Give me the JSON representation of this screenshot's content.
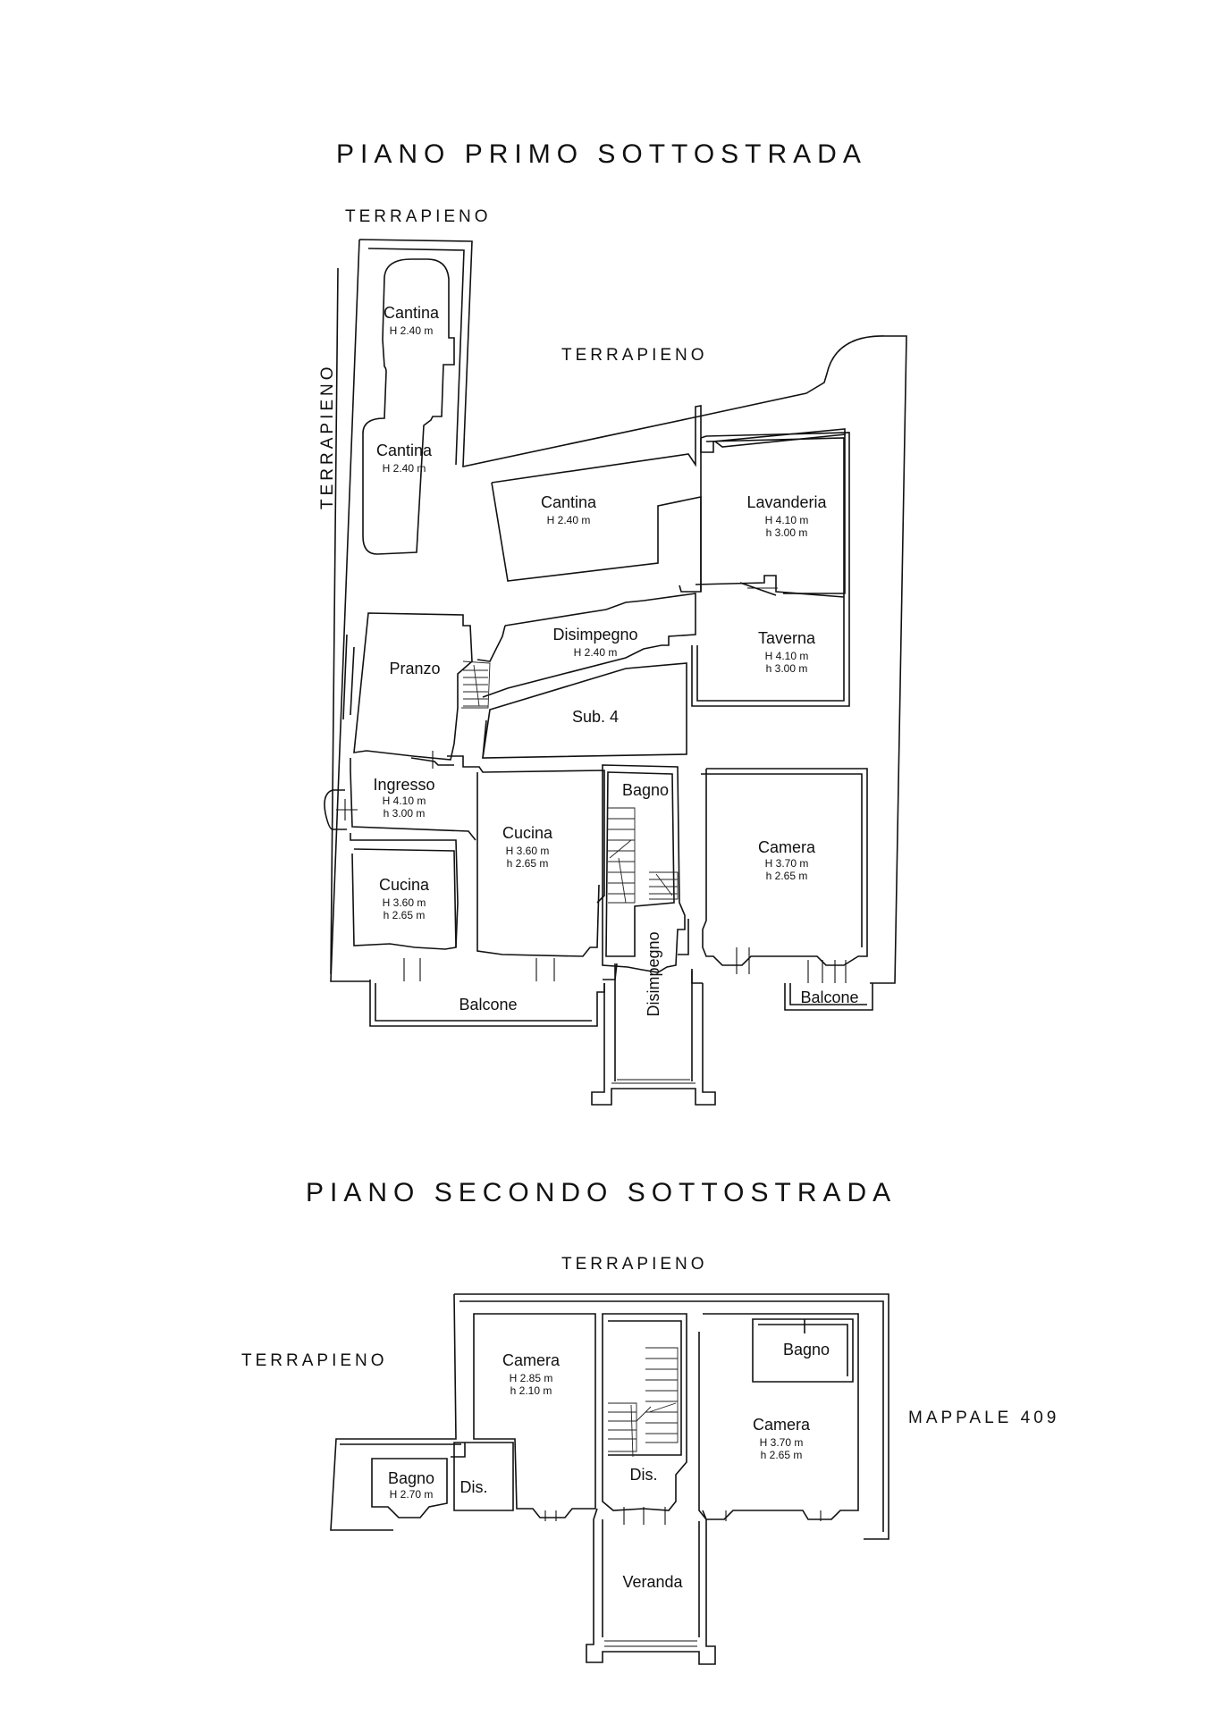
{
  "floors": [
    {
      "title": "PIANO PRIMO SOTTOSTRADA"
    },
    {
      "title": "PIANO SECONDO SOTTOSTRADA"
    }
  ],
  "labels": {
    "terrapieno": "TERRAPIENO",
    "mappale": "MAPPALE 409"
  },
  "rooms_upper": [
    {
      "name": "Cantina",
      "h1": "H 2.40 m"
    },
    {
      "name": "Cantina",
      "h1": "H 2.40 m"
    },
    {
      "name": "Cantina",
      "h1": "H 2.40 m"
    },
    {
      "name": "Lavanderia",
      "h1": "H 4.10 m",
      "h2": "h 3.00 m"
    },
    {
      "name": "Disimpegno",
      "h1": "H 2.40 m"
    },
    {
      "name": "Taverna",
      "h1": "H 4.10 m",
      "h2": "h 3.00 m"
    },
    {
      "name": "Pranzo"
    },
    {
      "name": "Sub. 4"
    },
    {
      "name": "Ingresso",
      "h1": "H 4.10 m",
      "h2": "h 3.00 m"
    },
    {
      "name": "Bagno"
    },
    {
      "name": "Cucina",
      "h1": "H 3.60 m",
      "h2": "h 2.65 m"
    },
    {
      "name": "Camera",
      "h1": "H 3.70 m",
      "h2": "h 2.65 m"
    },
    {
      "name": "Cucina",
      "h1": "H 3.60 m",
      "h2": "h 2.65 m"
    },
    {
      "name": "Disimpegno"
    },
    {
      "name": "Balcone"
    },
    {
      "name": "Balcone"
    }
  ],
  "rooms_lower": [
    {
      "name": "Camera",
      "h1": "H 2.85 m",
      "h2": "h 2.10 m"
    },
    {
      "name": "Bagno"
    },
    {
      "name": "Camera",
      "h1": "H 3.70 m",
      "h2": "h 2.65 m"
    },
    {
      "name": "Bagno",
      "h1": "H 2.70 m"
    },
    {
      "name": "Dis."
    },
    {
      "name": "Dis."
    },
    {
      "name": "Veranda"
    }
  ]
}
